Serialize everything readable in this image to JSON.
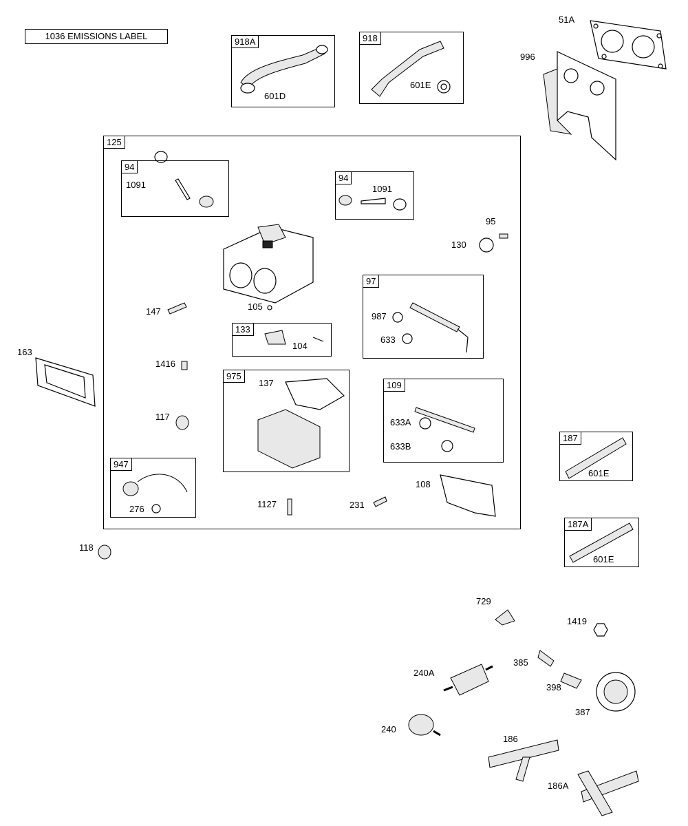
{
  "emissions_label": "1036 EMISSIONS LABEL",
  "boxes": {
    "b918A": "918A",
    "b918": "918",
    "b125": "125",
    "b94a": "94",
    "b94b": "94",
    "b97": "97",
    "b133": "133",
    "b975": "975",
    "b109": "109",
    "b947": "947",
    "b187": "187",
    "b187A": "187A"
  },
  "labels": {
    "l601D": "601D",
    "l601E_1": "601E",
    "l51A": "51A",
    "l996": "996",
    "l1091a": "1091",
    "l1091b": "1091",
    "l95": "95",
    "l130": "130",
    "l147": "147",
    "l105": "105",
    "l987": "987",
    "l633": "633",
    "l104": "104",
    "l163": "163",
    "l1416": "1416",
    "l137": "137",
    "l633A": "633A",
    "l633B": "633B",
    "l117": "117",
    "l601E_2": "601E",
    "l276": "276",
    "l1127": "1127",
    "l231": "231",
    "l108": "108",
    "l601E_3": "601E",
    "l118": "118",
    "l729": "729",
    "l1419": "1419",
    "l385": "385",
    "l240A": "240A",
    "l398": "398",
    "l387": "387",
    "l240": "240",
    "l186": "186",
    "l186A": "186A"
  }
}
